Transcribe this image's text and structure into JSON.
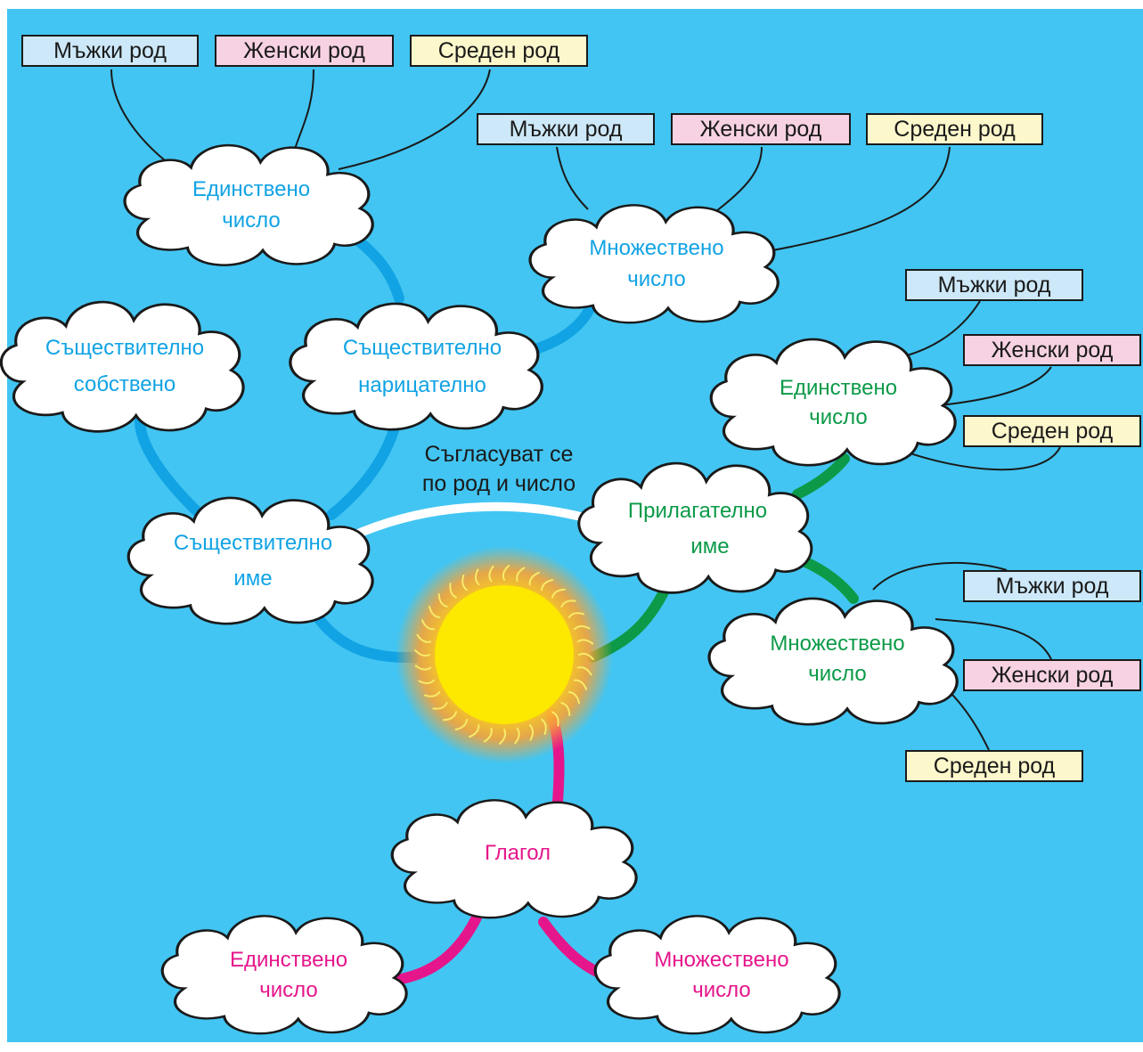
{
  "colors": {
    "background": "#42c5f2",
    "noun": "#11a3e4",
    "adjective": "#0c9a48",
    "verb": "#e5168b",
    "masculine_box": "#cde8f8",
    "feminine_box": "#f7d2e2",
    "neuter_box": "#fdf7cc",
    "sun": "#fde800",
    "cloud": "#ffffff"
  },
  "genders": {
    "masculine": "Мъжки род",
    "feminine": "Женски род",
    "neuter": "Среден род"
  },
  "noun": {
    "main": [
      "Съществително",
      "име"
    ],
    "proper": [
      "Съществително",
      "собствено"
    ],
    "common": [
      "Съществително",
      "нарицателно"
    ],
    "singular": [
      "Единствено",
      "число"
    ],
    "plural": [
      "Множествено",
      "число"
    ]
  },
  "adjective": {
    "main": [
      "Прилагателно",
      "име"
    ],
    "singular": [
      "Единствено",
      "число"
    ],
    "plural": [
      "Множествено",
      "число"
    ]
  },
  "verb": {
    "main": "Глагол",
    "singular": [
      "Единствено",
      "число"
    ],
    "plural": [
      "Множествено",
      "число"
    ]
  },
  "agreement": [
    "Съгласуват се",
    "по род и число"
  ]
}
